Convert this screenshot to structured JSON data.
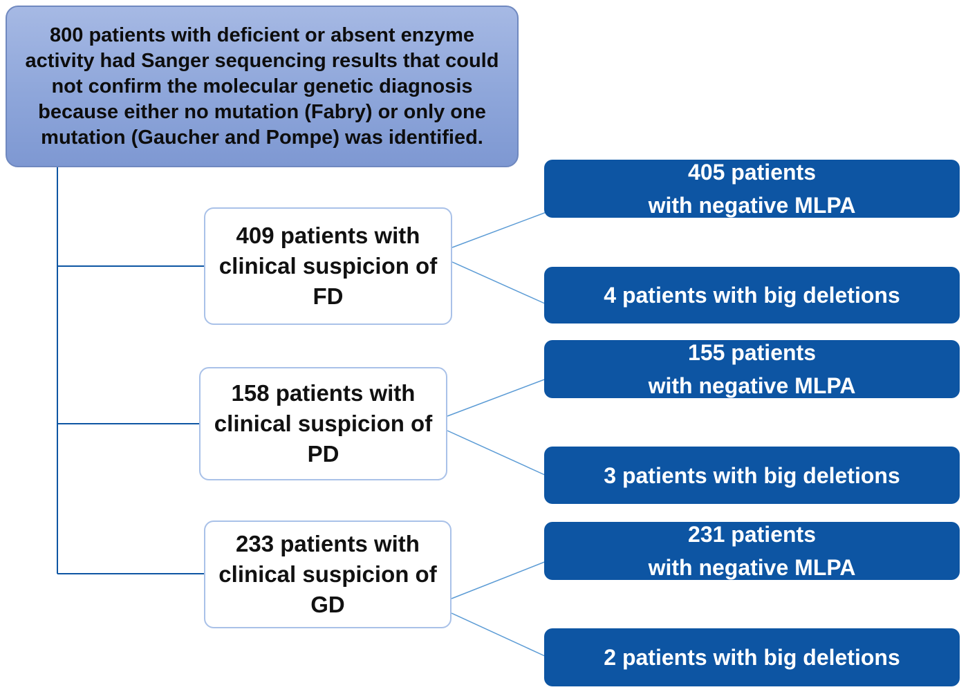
{
  "root": {
    "lines": [
      "800 patients with deficient or absent enzyme",
      "activity had Sanger sequencing results that could",
      "not confirm the molecular genetic diagnosis",
      "because either no mutation (Fabry) or only one",
      "mutation (Gaucher and Pompe) was identified."
    ]
  },
  "groups": [
    {
      "lines": [
        "409 patients with",
        "clinical suspicion of",
        "FD"
      ],
      "negative": [
        "405 patients",
        "with negative MLPA"
      ],
      "deletions": "4 patients with big deletions"
    },
    {
      "lines": [
        "158 patients with",
        "clinical suspicion of",
        "PD"
      ],
      "negative": [
        "155 patients",
        "with negative MLPA"
      ],
      "deletions": "3 patients with big deletions"
    },
    {
      "lines": [
        "233 patients with",
        "clinical suspicion of",
        "GD"
      ],
      "negative": [
        "231 patients",
        "with negative MLPA"
      ],
      "deletions": "2 patients with big deletions"
    }
  ],
  "colors": {
    "root_fill": "#8ea6da",
    "group_border": "#a9c1e8",
    "result_fill": "#0d55a3",
    "connector": "#0d55a3",
    "branch_connector": "#5b9bd5"
  }
}
